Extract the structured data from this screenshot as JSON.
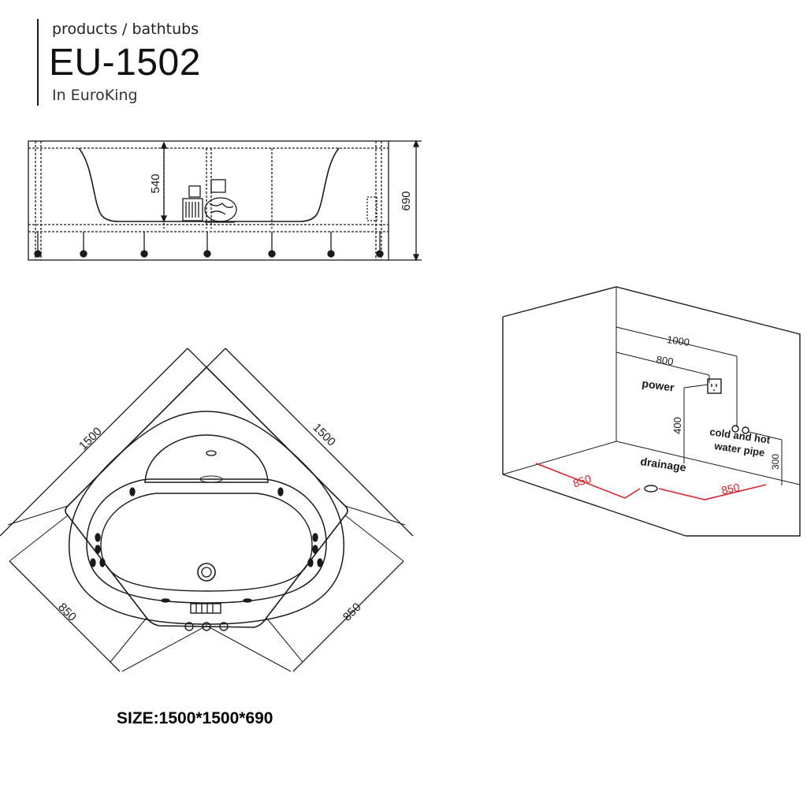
{
  "header": {
    "breadcrumb": "products / bathtubs",
    "model": "EU-1502",
    "brand": "In EuroKing"
  },
  "side_view": {
    "dim_depth": "540",
    "dim_height": "690"
  },
  "top_view": {
    "dim_side_left": "1500",
    "dim_side_right": "1500",
    "dim_front_left": "850",
    "dim_front_right": "850"
  },
  "install_view": {
    "dim_1000": "1000",
    "dim_800": "800",
    "label_power": "power",
    "dim_400": "400",
    "label_pipe_line1": "cold and hot",
    "label_pipe_line2": "water pipe",
    "dim_300": "300",
    "label_drainage": "drainage",
    "dim_850_left": "850",
    "dim_850_right": "850"
  },
  "footer": {
    "size": "SIZE:1500*1500*690"
  },
  "colors": {
    "line": "#1a1a1a",
    "accent_red": "#e0202a"
  }
}
